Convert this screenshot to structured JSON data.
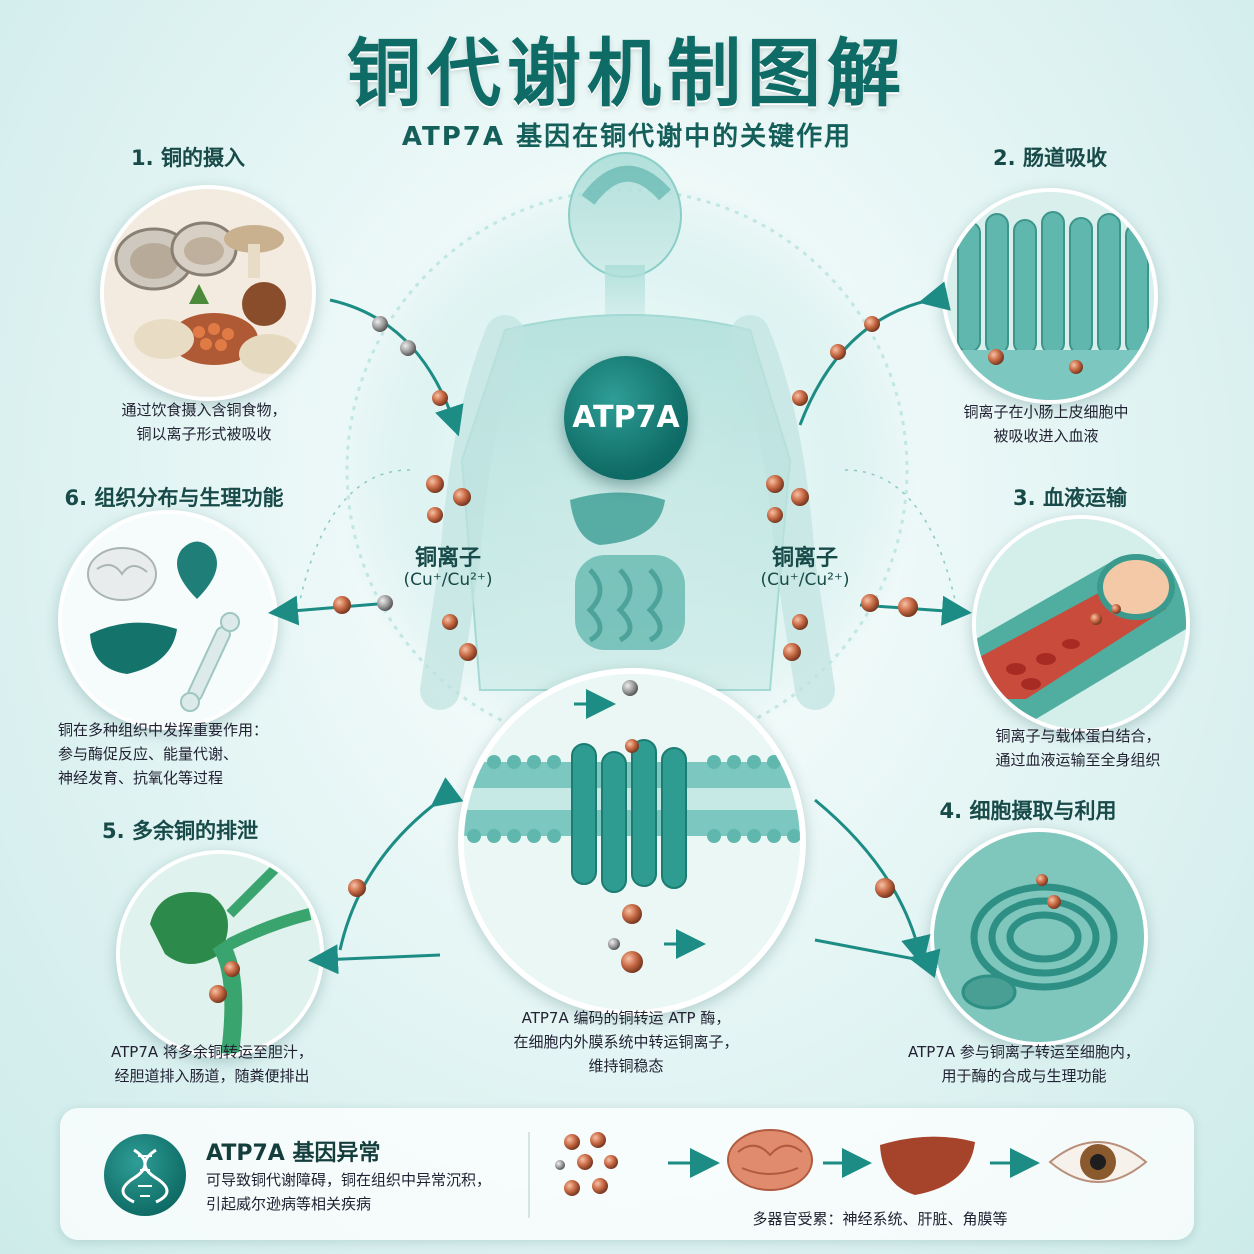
{
  "header": {
    "title": "铜代谢机制图解",
    "subtitle": "ATP7A 基因在铜代谢中的关键作用"
  },
  "steps": [
    {
      "title": "1. 铜的摄入",
      "desc": [
        "通过饮食摄入含铜食物，",
        "铜以离子形式被吸收"
      ]
    },
    {
      "title": "2. 肠道吸收",
      "desc": [
        "铜离子在小肠上皮细胞中",
        "被吸收进入血液"
      ]
    },
    {
      "title": "3. 血液运输",
      "desc": [
        "铜离子与载体蛋白结合，",
        "通过血液运输至全身组织"
      ]
    },
    {
      "title": "4. 细胞摄取与利用",
      "desc": [
        "ATP7A 参与铜离子转运至细胞内，",
        "用于酶的合成与生理功能"
      ]
    },
    {
      "title": "5. 多余铜的排泄",
      "desc": [
        "ATP7A 将多余铜转运至胆汁，",
        "经胆道排入肠道，随粪便排出"
      ]
    },
    {
      "title": "6. 组织分布与生理功能",
      "desc": [
        "铜在多种组织中发挥重要作用：",
        "参与酶促反应、能量代谢、",
        "神经发育、抗氧化等过程"
      ]
    }
  ],
  "center": {
    "badge": "ATP7A",
    "ion_label": "铜离子",
    "ion_formula": "(Cu⁺/Cu²⁺)",
    "membrane_desc": [
      "ATP7A 编码的铜转运 ATP 酶，",
      "在细胞内外膜系统中转运铜离子，",
      "维持铜稳态"
    ]
  },
  "bottom": {
    "title": "ATP7A 基因异常",
    "desc": [
      "可导致铜代谢障碍，铜在组织中异常沉积，",
      "引起威尔逊病等相关疾病"
    ],
    "organs": "多器官受累：神经系统、肝脏、角膜等"
  },
  "colors": {
    "teal": "#0f6b66",
    "teal_light": "#5cc1b8",
    "copper": "#c96a45",
    "liver": "#a6442b",
    "blood": "#c0392b"
  },
  "icons": [
    "dna-icon",
    "brain-icon",
    "liver-icon",
    "eye-icon",
    "heart-icon",
    "bone-icon",
    "arrow-icon"
  ]
}
